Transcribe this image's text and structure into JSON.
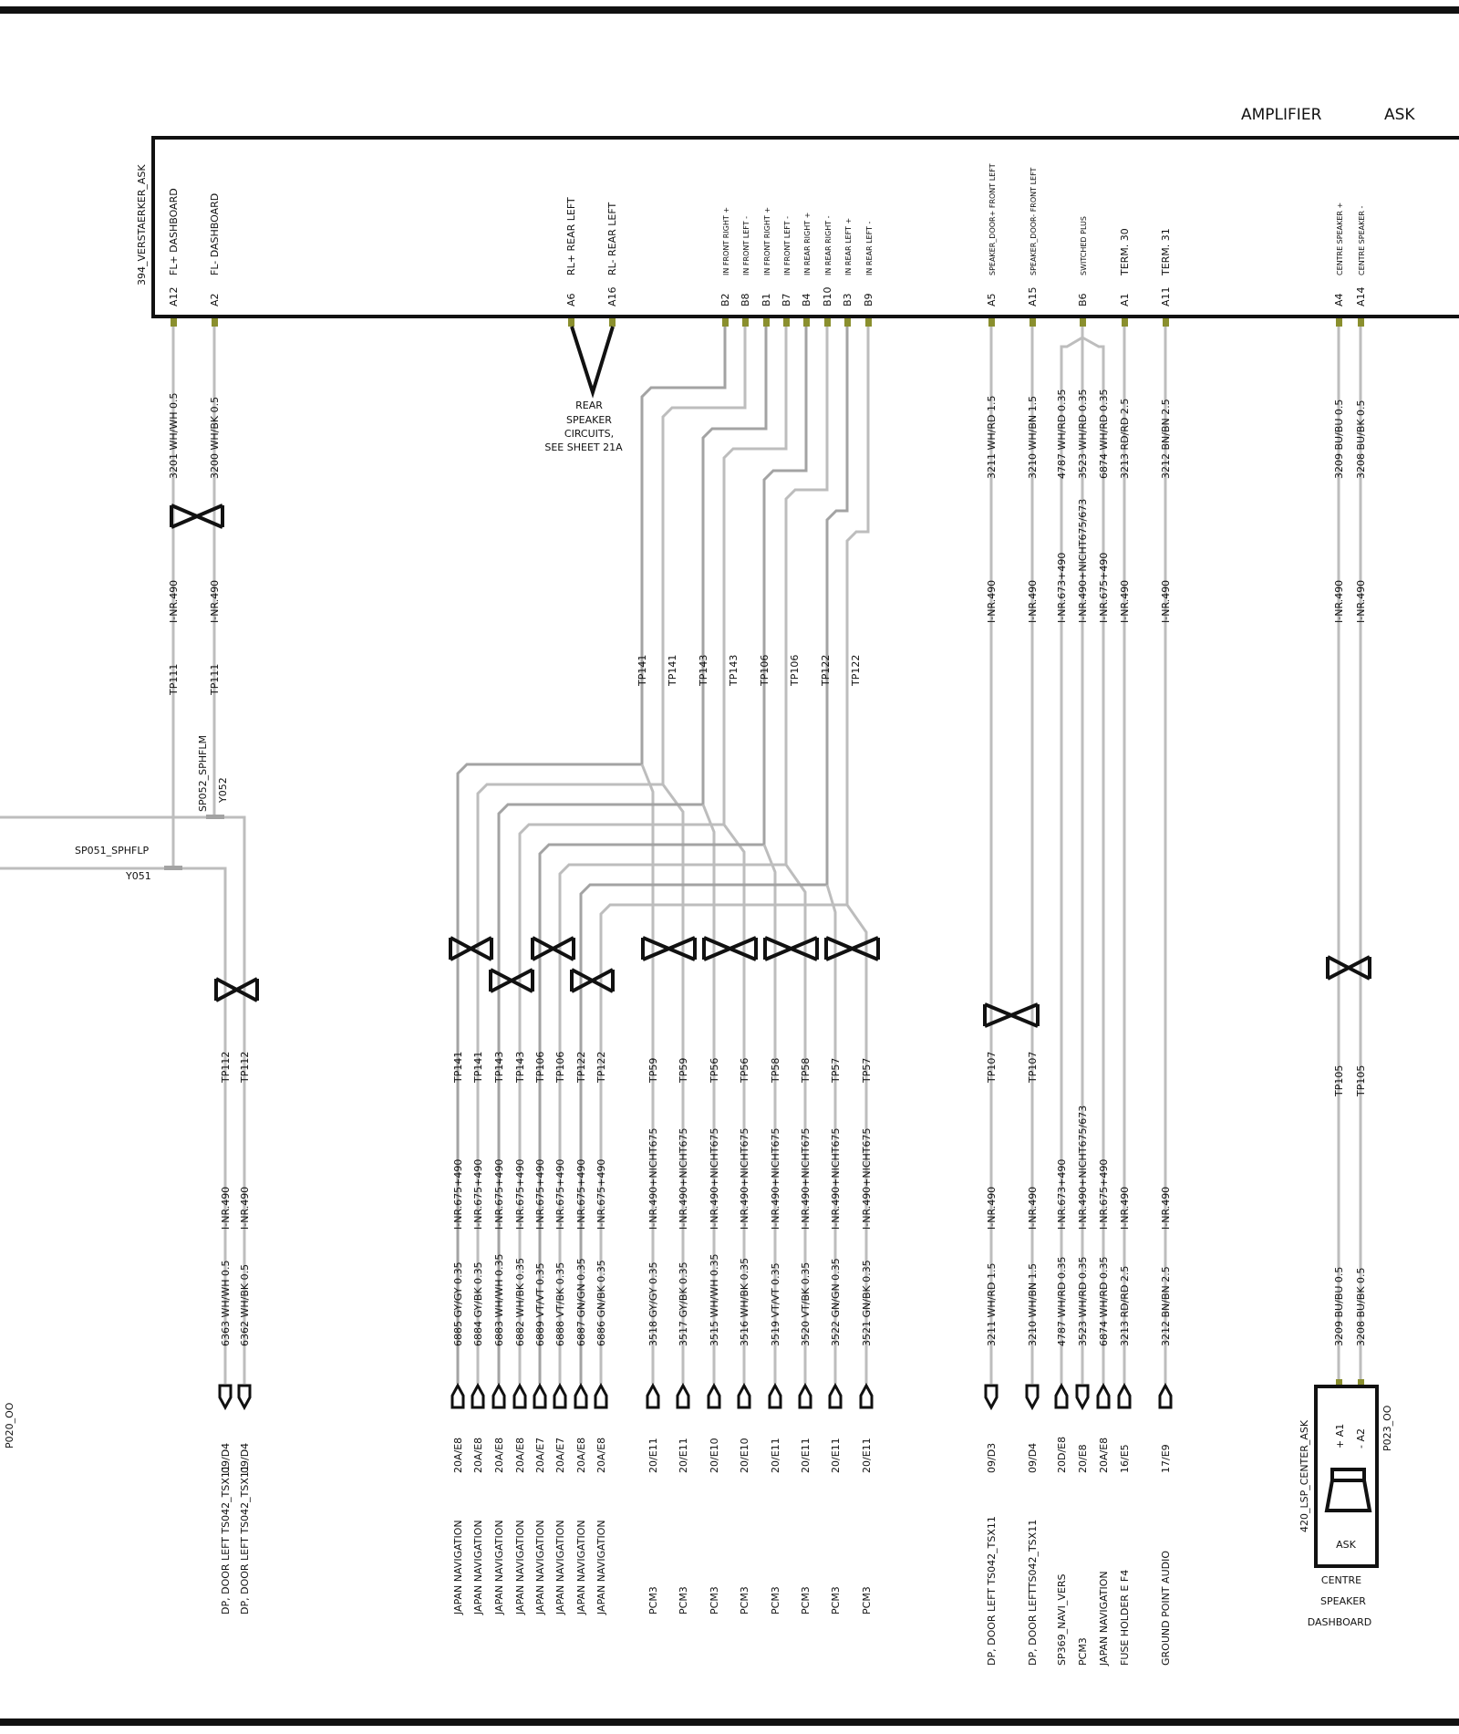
{
  "header": {
    "component": "AMPLIFIER",
    "variant": "ASK"
  },
  "connector": {
    "name": "394_VERSTAERKER_ASK"
  },
  "colors": {
    "wire": "#bdbdbd",
    "wire_dark": "#a3a3a3",
    "ink": "#111111",
    "pin": "#8a8f2e"
  },
  "pins": [
    {
      "pin": "A12",
      "label": "FL+  DASHBOARD"
    },
    {
      "pin": "A2",
      "label": "FL-   DASHBOARD"
    },
    {
      "pin": "A6",
      "label": "RL+  REAR LEFT"
    },
    {
      "pin": "A16",
      "label": "RL-   REAR LEFT"
    },
    {
      "pin": "B2",
      "label": "IN  FRONT RIGHT +"
    },
    {
      "pin": "B8",
      "label": "IN  FRONT LEFT  -"
    },
    {
      "pin": "B1",
      "label": "IN  FRONT RIGHT +"
    },
    {
      "pin": "B7",
      "label": "IN  FRONT LEFT -"
    },
    {
      "pin": "B4",
      "label": "IN  REAR RIGHT +"
    },
    {
      "pin": "B10",
      "label": "IN  REAR RIGHT -"
    },
    {
      "pin": "B3",
      "label": "IN  REAR LEFT  +"
    },
    {
      "pin": "B9",
      "label": "IN  REAR LEFT  -"
    },
    {
      "pin": "A5",
      "label": "SPEAKER_DOOR+ FRONT LEFT"
    },
    {
      "pin": "A15",
      "label": "SPEAKER_DOOR-  FRONT LEFT"
    },
    {
      "pin": "B6",
      "label": "SWITCHED PLUS"
    },
    {
      "pin": "A1",
      "label": "TERM. 30"
    },
    {
      "pin": "A11",
      "label": "TERM. 31"
    },
    {
      "pin": "A4",
      "label": "CENTRE  SPEAKER  +"
    },
    {
      "pin": "A14",
      "label": "CENTRE  SPEAKER  -"
    }
  ],
  "rear_note": [
    "REAR",
    "SPEAKER",
    "CIRCUITS,",
    "SEE SHEET   21A"
  ],
  "splices": [
    {
      "name": "SP052_SPHFLM",
      "ref": "Y052"
    },
    {
      "name": "SP051_SPHFLP",
      "ref": "Y051"
    }
  ],
  "upper_labels": [
    {
      "wire": "3201 WH/WH 0.5",
      "nr": "I-NR.490",
      "tp": "TP111"
    },
    {
      "wire": "3200 WH/BK 0.5",
      "nr": "I-NR.490",
      "tp": "TP111"
    },
    {
      "tp": "TP141"
    },
    {
      "tp": "TP141"
    },
    {
      "tp": "TP143"
    },
    {
      "tp": "TP143"
    },
    {
      "tp": "TP106"
    },
    {
      "tp": "TP106"
    },
    {
      "tp": "TP122"
    },
    {
      "tp": "TP122"
    },
    {
      "wire": "3211 WH/RD 1.5",
      "nr": "I-NR.490"
    },
    {
      "wire": "3210 WH/BN 1.5",
      "nr": "I-NR.490"
    },
    {
      "wire": "4787 WH/RD 0.35",
      "nr": "I-NR.673+490"
    },
    {
      "wire": "3523 WH/RD 0.35",
      "nr": "I-NR.490+NICHT675/673"
    },
    {
      "wire": "6874 WH/RD 0.35",
      "nr": "I-NR.675+490"
    },
    {
      "wire": "3213 RD/RD 2.5",
      "nr": "I-NR.490"
    },
    {
      "wire": "3212 BN/BN 2.5",
      "nr": "I-NR.490"
    },
    {
      "wire": "3209 BU/BU 0.5",
      "nr": "I-NR.490"
    },
    {
      "wire": "3208 BU/BK 0.5",
      "nr": "I-NR.490"
    }
  ],
  "lower_wires": [
    {
      "tp": "TP112",
      "nr": "I-NR.490",
      "wire": "6363 WH/WH 0.5",
      "grid": "09/D4",
      "dest": "DP, DOOR LEFT TS042_TSX11"
    },
    {
      "tp": "TP112",
      "nr": "I-NR.490",
      "wire": "6362 WH/BK 0.5",
      "grid": "09/D4",
      "dest": "DP, DOOR LEFT TS042_TSX11"
    },
    {
      "tp": "TP141",
      "nr": "I-NR.675+490",
      "wire": "6885 GY/GY 0.35",
      "grid": "20A/E8",
      "dest": "JAPAN NAVIGATION"
    },
    {
      "tp": "TP141",
      "nr": "I-NR.675+490",
      "wire": "6884 GY/BK 0.35",
      "grid": "20A/E8",
      "dest": "JAPAN NAVIGATION"
    },
    {
      "tp": "TP143",
      "nr": "I-NR.675+490",
      "wire": "6883 WH/WH 0.35",
      "grid": "20A/E8",
      "dest": "JAPAN NAVIGATION"
    },
    {
      "tp": "TP143",
      "nr": "I-NR.675+490",
      "wire": "6882 WH/BK 0.35",
      "grid": "20A/E8",
      "dest": "JAPAN NAVIGATION"
    },
    {
      "tp": "TP106",
      "nr": "I-NR.675+490",
      "wire": "6889 VT/VT 0.35",
      "grid": "20A/E7",
      "dest": "JAPAN NAVIGATION"
    },
    {
      "tp": "TP106",
      "nr": "I-NR.675+490",
      "wire": "6888 VT/BK 0.35",
      "grid": "20A/E7",
      "dest": "JAPAN NAVIGATION"
    },
    {
      "tp": "TP122",
      "nr": "I-NR.675+490",
      "wire": "6887 GN/GN 0.35",
      "grid": "20A/E8",
      "dest": "JAPAN NAVIGATION"
    },
    {
      "tp": "TP122",
      "nr": "I-NR.675+490",
      "wire": "6886 GN/BK 0.35",
      "grid": "20A/E8",
      "dest": "JAPAN NAVIGATION"
    },
    {
      "tp": "TP59",
      "nr": "I-NR.490+NICHT675",
      "wire": "3518 GY/GY 0.35",
      "grid": "20/E11",
      "dest": "PCM3"
    },
    {
      "tp": "TP59",
      "nr": "I-NR.490+NICHT675",
      "wire": "3517 GY/BK 0.35",
      "grid": "20/E11",
      "dest": "PCM3"
    },
    {
      "tp": "TP56",
      "nr": "I-NR.490+NICHT675",
      "wire": "3515 WH/WH 0.35",
      "grid": "20/E10",
      "dest": "PCM3"
    },
    {
      "tp": "TP56",
      "nr": "I-NR.490+NICHT675",
      "wire": "3516 WH/BK 0.35",
      "grid": "20/E10",
      "dest": "PCM3"
    },
    {
      "tp": "TP58",
      "nr": "I-NR.490+NICHT675",
      "wire": "3519 VT/VT 0.35",
      "grid": "20/E11",
      "dest": "PCM3"
    },
    {
      "tp": "TP58",
      "nr": "I-NR.490+NICHT675",
      "wire": "3520 VT/BK 0.35",
      "grid": "20/E11",
      "dest": "PCM3"
    },
    {
      "tp": "TP57",
      "nr": "I-NR.490+NICHT675",
      "wire": "3522 GN/GN 0.35",
      "grid": "20/E11",
      "dest": "PCM3"
    },
    {
      "tp": "TP57",
      "nr": "I-NR.490+NICHT675",
      "wire": "3521 GN/BK 0.35",
      "grid": "20/E11",
      "dest": "PCM3"
    },
    {
      "tp": "TP107",
      "nr": "I-NR.490",
      "wire": "3211 WH/RD 1.5",
      "grid": "09/D3",
      "dest": "DP, DOOR LEFT TS042_TSX11"
    },
    {
      "tp": "TP107",
      "nr": "I-NR.490",
      "wire": "3210 WH/BN 1.5",
      "grid": "09/D4",
      "dest": "DP, DOOR LEFTTS042_TSX11"
    },
    {
      "tp": "",
      "nr": "I-NR.673+490",
      "wire": "4787 WH/RD 0.35",
      "grid": "20D/E8",
      "dest": "SP369_NAVI_VERS"
    },
    {
      "tp": "",
      "nr": "I-NR.490+NICHT675/673",
      "wire": "3523 WH/RD 0.35",
      "grid": "20/E8",
      "dest": "PCM3"
    },
    {
      "tp": "",
      "nr": "I-NR.675+490",
      "wire": "6874 WH/RD 0.35",
      "grid": "20A/E8",
      "dest": "JAPAN NAVIGATION"
    },
    {
      "tp": "",
      "nr": "I-NR.490",
      "wire": "3213 RD/RD 2.5",
      "grid": "16/E5",
      "dest": "FUSE HOLDER E        F4"
    },
    {
      "tp": "",
      "nr": "I-NR.490",
      "wire": "3212 BN/BN 2.5",
      "grid": "17/E9",
      "dest": "GROUND POINT       AUDIO"
    },
    {
      "tp": "TP105",
      "nr": "",
      "wire": "3209 BU/BU 0.5",
      "grid": "",
      "dest": ""
    },
    {
      "tp": "TP105",
      "nr": "",
      "wire": "3208 BU/BK 0.5",
      "grid": "",
      "dest": ""
    }
  ],
  "left_edge_ref": "P020_OO",
  "centre_speaker": {
    "name": "420_LSP_CENTER_ASK",
    "ref": "P023_OO",
    "pin_plus": "+   A1",
    "pin_minus": "-   A2",
    "variant": "ASK",
    "caption": [
      "CENTRE",
      "SPEAKER",
      "DASHBOARD"
    ]
  }
}
